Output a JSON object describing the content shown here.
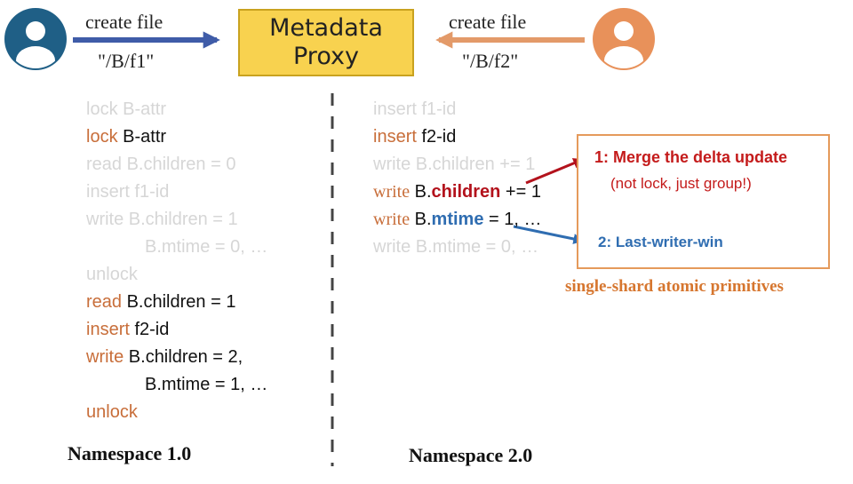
{
  "top": {
    "left_label": "create file",
    "left_path": "\"/B/f1\"",
    "right_label": "create file",
    "right_path": "\"/B/f2\"",
    "proxy_line1": "Metadata",
    "proxy_line2": "Proxy"
  },
  "ns1": {
    "title": "Namespace 1.0",
    "l1": "lock B-attr",
    "l2_kw": "lock",
    "l2_rest": " B-attr",
    "l3": "read B.children = 0",
    "l4": "insert f1-id",
    "l5": "write B.children = 1",
    "l6": "B.mtime = 0, …",
    "l7": "unlock",
    "l8_kw": "read",
    "l8_rest": " B.children = 1",
    "l9_kw": "insert",
    "l9_rest": " f2-id",
    "l10_kw": "write",
    "l10_rest": " B.children = 2,",
    "l11": "B.mtime = 1, …",
    "l12_kw": "unlock"
  },
  "ns2": {
    "title": "Namespace 2.0",
    "l1": "insert f1-id",
    "l2_kw": "insert",
    "l2_rest": " f2-id",
    "l3": "write B.children += 1",
    "l4_kw": "write",
    "l4_pre": " B.",
    "l4_hl": "children",
    "l4_post": " += 1",
    "l5_kw": "write",
    "l5_pre": " B.",
    "l5_hl": "mtime",
    "l5_post": " = 1, …",
    "l6": "write B.mtime = 0, …"
  },
  "callout": {
    "item1": "1: Merge the delta update",
    "item1_sub": "(not lock, just group!)",
    "item2": "2: Last-writer-win",
    "caption": "single-shard atomic primitives"
  },
  "colors": {
    "user_left": "#1f5f86",
    "user_right": "#e8915a",
    "arrow_left": "#3f5ca8",
    "arrow_right": "#e39a69",
    "proxy_fill": "#f8d24f",
    "keyword": "#c86e3a",
    "red": "#b3121c",
    "blue": "#2f6db1"
  },
  "icons": [
    "user-icon",
    "user-icon"
  ]
}
